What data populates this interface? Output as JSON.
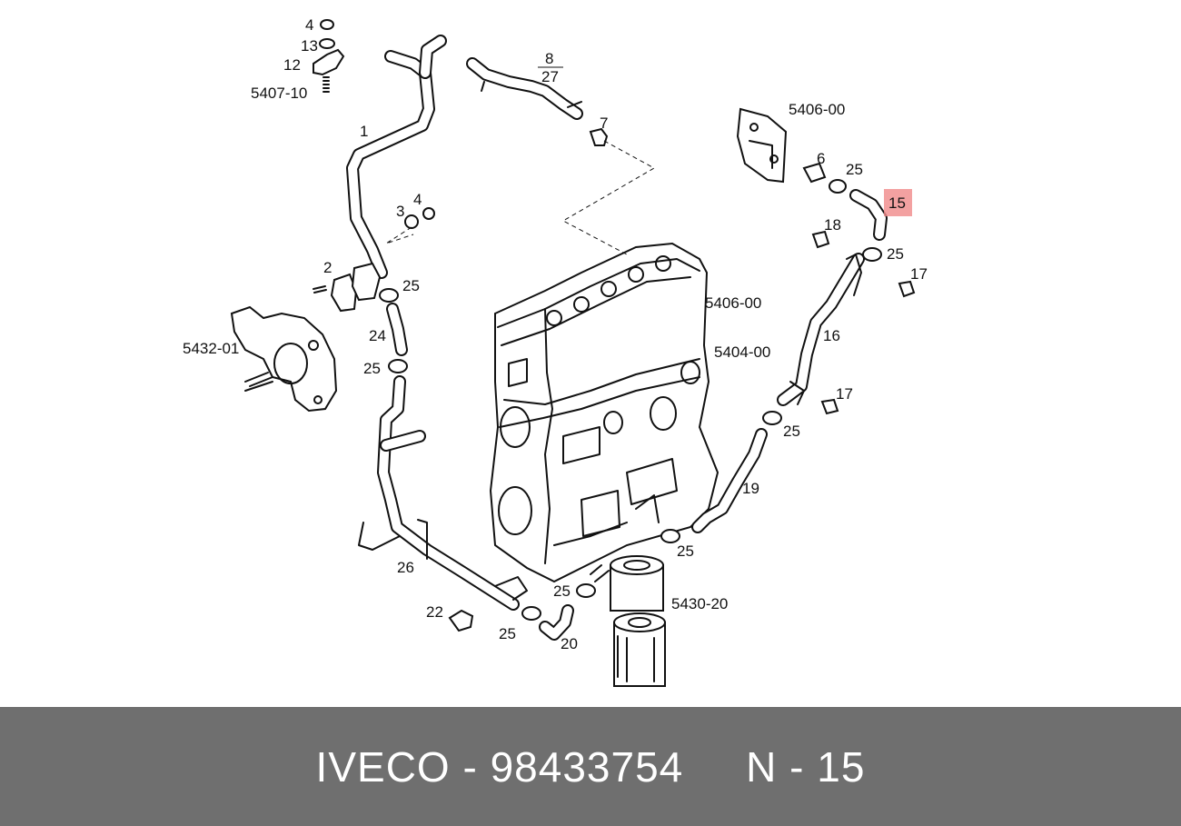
{
  "footer": {
    "brand": "IVECO",
    "part_number": "98433754",
    "position": "N - 15",
    "separator": "-"
  },
  "highlight": {
    "label": "15",
    "color": "#f08a8a"
  },
  "labels": {
    "l4a": "4",
    "l13": "13",
    "l12": "12",
    "l5407": "5407-10",
    "l1": "1",
    "l8": "8",
    "l27": "27",
    "l7": "7",
    "l3": "3",
    "l4b": "4",
    "l2": "2",
    "l25a": "25",
    "l24": "24",
    "l25b": "25",
    "l5432": "5432-01",
    "l5406top": "5406-00",
    "l6": "6",
    "l25c": "25",
    "l18": "18",
    "l25d": "25",
    "l17a": "17",
    "l5406mid": "5406-00",
    "l5404": "5404-00",
    "l16": "16",
    "l17b": "17",
    "l25e": "25",
    "l19": "19",
    "l25f": "25",
    "l26": "26",
    "l22": "22",
    "l25g": "25",
    "l25h": "25",
    "l20": "20",
    "l5430": "5430-20"
  }
}
